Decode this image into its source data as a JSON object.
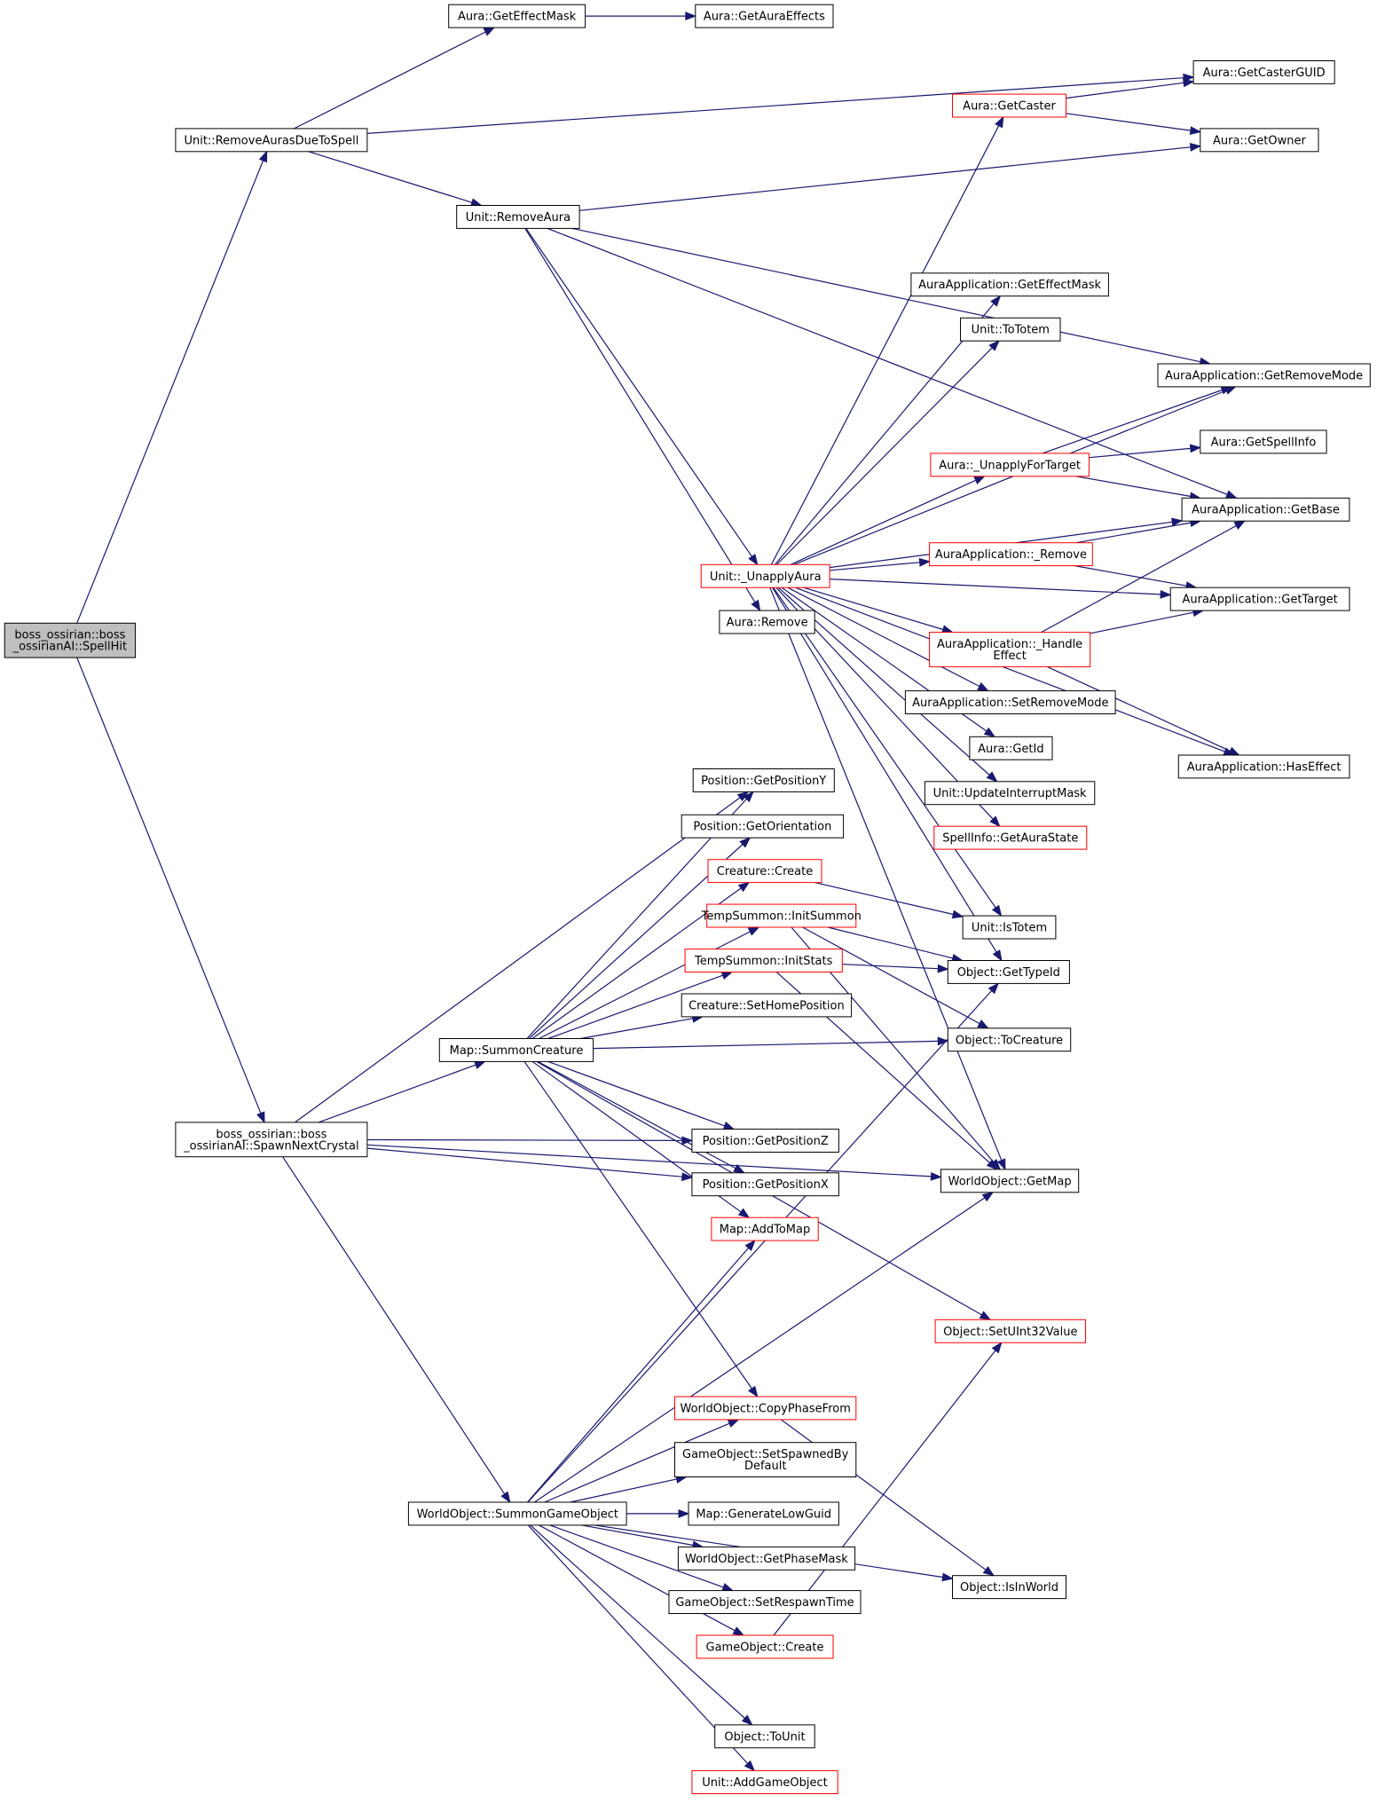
{
  "colors": {
    "edge": "#191970",
    "border_normal": "#000000",
    "border_truncated": "#ff0000",
    "fill_root": "#bfbfbf",
    "fill_normal": "#ffffff"
  },
  "nodes": [
    {
      "id": "n_spellhit",
      "lines": [
        "boss_ossirian::boss",
        "_ossirianAI::SpellHit"
      ],
      "style": "root"
    },
    {
      "id": "n_removeaurasduetospell",
      "lines": [
        "Unit::RemoveAurasDueToSpell"
      ],
      "style": "normal"
    },
    {
      "id": "n_spawnnextcrystal",
      "lines": [
        "boss_ossirian::boss",
        "_ossirianAI::SpawnNextCrystal"
      ],
      "style": "normal"
    },
    {
      "id": "n_aura_geteffectmask",
      "lines": [
        "Aura::GetEffectMask"
      ],
      "style": "normal"
    },
    {
      "id": "n_aura_getauraeffects",
      "lines": [
        "Aura::GetAuraEffects"
      ],
      "style": "normal"
    },
    {
      "id": "n_aura_getcasterguid",
      "lines": [
        "Aura::GetCasterGUID"
      ],
      "style": "normal"
    },
    {
      "id": "n_aura_getcaster",
      "lines": [
        "Aura::GetCaster"
      ],
      "style": "truncated"
    },
    {
      "id": "n_aura_getowner",
      "lines": [
        "Aura::GetOwner"
      ],
      "style": "normal"
    },
    {
      "id": "n_unit_removeaura",
      "lines": [
        "Unit::RemoveAura"
      ],
      "style": "normal"
    },
    {
      "id": "n_auraapp_geteffectmask",
      "lines": [
        "AuraApplication::GetEffectMask"
      ],
      "style": "normal"
    },
    {
      "id": "n_unit_tototem",
      "lines": [
        "Unit::ToTotem"
      ],
      "style": "normal"
    },
    {
      "id": "n_auraapp_getremovemode",
      "lines": [
        "AuraApplication::GetRemoveMode"
      ],
      "style": "normal"
    },
    {
      "id": "n_aura_getspellinfo",
      "lines": [
        "Aura::GetSpellInfo"
      ],
      "style": "normal"
    },
    {
      "id": "n_aura_unapplyfortarget",
      "lines": [
        "Aura::_UnapplyForTarget"
      ],
      "style": "truncated"
    },
    {
      "id": "n_auraapp_getbase",
      "lines": [
        "AuraApplication::GetBase"
      ],
      "style": "normal"
    },
    {
      "id": "n_auraapp_remove",
      "lines": [
        "AuraApplication::_Remove"
      ],
      "style": "truncated"
    },
    {
      "id": "n_unit_unapplyaura",
      "lines": [
        "Unit::_UnapplyAura"
      ],
      "style": "truncated"
    },
    {
      "id": "n_auraapp_gettarget",
      "lines": [
        "AuraApplication::GetTarget"
      ],
      "style": "normal"
    },
    {
      "id": "n_aura_remove",
      "lines": [
        "Aura::Remove"
      ],
      "style": "normal"
    },
    {
      "id": "n_auraapp_handleeffect",
      "lines": [
        "AuraApplication::_Handle",
        "Effect"
      ],
      "style": "truncated"
    },
    {
      "id": "n_auraapp_setremovemode",
      "lines": [
        "AuraApplication::SetRemoveMode"
      ],
      "style": "normal"
    },
    {
      "id": "n_auraapp_haseffect",
      "lines": [
        "AuraApplication::HasEffect"
      ],
      "style": "normal"
    },
    {
      "id": "n_aura_getid",
      "lines": [
        "Aura::GetId"
      ],
      "style": "normal"
    },
    {
      "id": "n_unit_updateinterruptmask",
      "lines": [
        "Unit::UpdateInterruptMask"
      ],
      "style": "normal"
    },
    {
      "id": "n_spellinfo_getaurastate",
      "lines": [
        "SpellInfo::GetAuraState"
      ],
      "style": "truncated"
    },
    {
      "id": "n_position_getpositiony",
      "lines": [
        "Position::GetPositionY"
      ],
      "style": "normal"
    },
    {
      "id": "n_position_getorientation",
      "lines": [
        "Position::GetOrientation"
      ],
      "style": "normal"
    },
    {
      "id": "n_creature_create",
      "lines": [
        "Creature::Create"
      ],
      "style": "truncated"
    },
    {
      "id": "n_tempsummon_initsummon",
      "lines": [
        "TempSummon::InitSummon"
      ],
      "style": "truncated"
    },
    {
      "id": "n_unit_istotem",
      "lines": [
        "Unit::IsTotem"
      ],
      "style": "normal"
    },
    {
      "id": "n_tempsummon_initstats",
      "lines": [
        "TempSummon::InitStats"
      ],
      "style": "truncated"
    },
    {
      "id": "n_object_gettypeid",
      "lines": [
        "Object::GetTypeId"
      ],
      "style": "normal"
    },
    {
      "id": "n_creature_sethomeposition",
      "lines": [
        "Creature::SetHomePosition"
      ],
      "style": "normal"
    },
    {
      "id": "n_map_summoncreature",
      "lines": [
        "Map::SummonCreature"
      ],
      "style": "normal"
    },
    {
      "id": "n_object_tocreature",
      "lines": [
        "Object::ToCreature"
      ],
      "style": "normal"
    },
    {
      "id": "n_position_getpositionz",
      "lines": [
        "Position::GetPositionZ"
      ],
      "style": "normal"
    },
    {
      "id": "n_position_getpositionx",
      "lines": [
        "Position::GetPositionX"
      ],
      "style": "normal"
    },
    {
      "id": "n_worldobject_getmap",
      "lines": [
        "WorldObject::GetMap"
      ],
      "style": "normal"
    },
    {
      "id": "n_map_addtomap",
      "lines": [
        "Map::AddToMap"
      ],
      "style": "truncated"
    },
    {
      "id": "n_object_setuint32value",
      "lines": [
        "Object::SetUInt32Value"
      ],
      "style": "truncated"
    },
    {
      "id": "n_worldobject_copyphasefrom",
      "lines": [
        "WorldObject::CopyPhaseFrom"
      ],
      "style": "truncated"
    },
    {
      "id": "n_gameobject_setspawnedbydefault",
      "lines": [
        "GameObject::SetSpawnedBy",
        "Default"
      ],
      "style": "normal"
    },
    {
      "id": "n_map_generatelowguid",
      "lines": [
        "Map::GenerateLowGuid"
      ],
      "style": "normal"
    },
    {
      "id": "n_worldobject_summongameobject",
      "lines": [
        "WorldObject::SummonGameObject"
      ],
      "style": "normal"
    },
    {
      "id": "n_worldobject_getphasemask",
      "lines": [
        "WorldObject::GetPhaseMask"
      ],
      "style": "normal"
    },
    {
      "id": "n_gameobject_setrespawntime",
      "lines": [
        "GameObject::SetRespawnTime"
      ],
      "style": "normal"
    },
    {
      "id": "n_object_isinworld",
      "lines": [
        "Object::IsInWorld"
      ],
      "style": "normal"
    },
    {
      "id": "n_gameobject_create",
      "lines": [
        "GameObject::Create"
      ],
      "style": "truncated"
    },
    {
      "id": "n_object_tounit",
      "lines": [
        "Object::ToUnit"
      ],
      "style": "normal"
    },
    {
      "id": "n_unit_addgameobject",
      "lines": [
        "Unit::AddGameObject"
      ],
      "style": "truncated"
    }
  ],
  "edges": [
    [
      "n_spellhit",
      "n_removeaurasduetospell"
    ],
    [
      "n_spellhit",
      "n_spawnnextcrystal"
    ],
    [
      "n_removeaurasduetospell",
      "n_aura_geteffectmask"
    ],
    [
      "n_removeaurasduetospell",
      "n_aura_getcasterguid"
    ],
    [
      "n_removeaurasduetospell",
      "n_unit_removeaura"
    ],
    [
      "n_aura_geteffectmask",
      "n_aura_getauraeffects"
    ],
    [
      "n_aura_getcaster",
      "n_aura_getcasterguid"
    ],
    [
      "n_aura_getcaster",
      "n_aura_getowner"
    ],
    [
      "n_unit_removeaura",
      "n_aura_getowner"
    ],
    [
      "n_unit_removeaura",
      "n_auraapp_getremovemode"
    ],
    [
      "n_unit_removeaura",
      "n_auraapp_getbase"
    ],
    [
      "n_unit_removeaura",
      "n_unit_unapplyaura"
    ],
    [
      "n_unit_removeaura",
      "n_aura_remove"
    ],
    [
      "n_unit_unapplyaura",
      "n_aura_getcaster"
    ],
    [
      "n_unit_unapplyaura",
      "n_auraapp_geteffectmask"
    ],
    [
      "n_unit_unapplyaura",
      "n_unit_tototem"
    ],
    [
      "n_unit_unapplyaura",
      "n_auraapp_getremovemode"
    ],
    [
      "n_unit_unapplyaura",
      "n_aura_unapplyfortarget"
    ],
    [
      "n_unit_unapplyaura",
      "n_auraapp_getbase"
    ],
    [
      "n_unit_unapplyaura",
      "n_auraapp_remove"
    ],
    [
      "n_unit_unapplyaura",
      "n_auraapp_gettarget"
    ],
    [
      "n_unit_unapplyaura",
      "n_auraapp_handleeffect"
    ],
    [
      "n_unit_unapplyaura",
      "n_auraapp_setremovemode"
    ],
    [
      "n_unit_unapplyaura",
      "n_aura_getid"
    ],
    [
      "n_unit_unapplyaura",
      "n_unit_updateinterruptmask"
    ],
    [
      "n_unit_unapplyaura",
      "n_spellinfo_getaurastate"
    ],
    [
      "n_unit_unapplyaura",
      "n_auraapp_haseffect"
    ],
    [
      "n_unit_unapplyaura",
      "n_unit_istotem"
    ],
    [
      "n_unit_unapplyaura",
      "n_object_gettypeid"
    ],
    [
      "n_unit_unapplyaura",
      "n_worldobject_getmap"
    ],
    [
      "n_aura_unapplyfortarget",
      "n_auraapp_getremovemode"
    ],
    [
      "n_aura_unapplyfortarget",
      "n_aura_getspellinfo"
    ],
    [
      "n_aura_unapplyfortarget",
      "n_auraapp_getbase"
    ],
    [
      "n_auraapp_remove",
      "n_auraapp_getbase"
    ],
    [
      "n_auraapp_remove",
      "n_auraapp_gettarget"
    ],
    [
      "n_auraapp_handleeffect",
      "n_auraapp_getbase"
    ],
    [
      "n_auraapp_handleeffect",
      "n_auraapp_gettarget"
    ],
    [
      "n_auraapp_handleeffect",
      "n_auraapp_haseffect"
    ],
    [
      "n_spawnnextcrystal",
      "n_position_getpositiony"
    ],
    [
      "n_spawnnextcrystal",
      "n_map_summoncreature"
    ],
    [
      "n_spawnnextcrystal",
      "n_position_getpositionz"
    ],
    [
      "n_spawnnextcrystal",
      "n_position_getpositionx"
    ],
    [
      "n_spawnnextcrystal",
      "n_worldobject_getmap"
    ],
    [
      "n_spawnnextcrystal",
      "n_worldobject_summongameobject"
    ],
    [
      "n_map_summoncreature",
      "n_position_getpositiony"
    ],
    [
      "n_map_summoncreature",
      "n_position_getorientation"
    ],
    [
      "n_map_summoncreature",
      "n_creature_create"
    ],
    [
      "n_map_summoncreature",
      "n_tempsummon_initsummon"
    ],
    [
      "n_map_summoncreature",
      "n_tempsummon_initstats"
    ],
    [
      "n_map_summoncreature",
      "n_creature_sethomeposition"
    ],
    [
      "n_map_summoncreature",
      "n_object_tocreature"
    ],
    [
      "n_map_summoncreature",
      "n_position_getpositionz"
    ],
    [
      "n_map_summoncreature",
      "n_position_getpositionx"
    ],
    [
      "n_map_summoncreature",
      "n_map_addtomap"
    ],
    [
      "n_map_summoncreature",
      "n_object_setuint32value"
    ],
    [
      "n_map_summoncreature",
      "n_worldobject_copyphasefrom"
    ],
    [
      "n_creature_create",
      "n_unit_istotem"
    ],
    [
      "n_tempsummon_initsummon",
      "n_object_gettypeid"
    ],
    [
      "n_tempsummon_initsummon",
      "n_object_tocreature"
    ],
    [
      "n_tempsummon_initsummon",
      "n_worldobject_getmap"
    ],
    [
      "n_tempsummon_initstats",
      "n_object_gettypeid"
    ],
    [
      "n_tempsummon_initstats",
      "n_worldobject_getmap"
    ],
    [
      "n_worldobject_summongameobject",
      "n_map_addtomap"
    ],
    [
      "n_worldobject_summongameobject",
      "n_worldobject_getmap"
    ],
    [
      "n_worldobject_summongameobject",
      "n_object_gettypeid"
    ],
    [
      "n_worldobject_summongameobject",
      "n_worldobject_copyphasefrom"
    ],
    [
      "n_worldobject_summongameobject",
      "n_gameobject_setspawnedbydefault"
    ],
    [
      "n_worldobject_summongameobject",
      "n_map_generatelowguid"
    ],
    [
      "n_worldobject_summongameobject",
      "n_worldobject_getphasemask"
    ],
    [
      "n_worldobject_summongameobject",
      "n_gameobject_setrespawntime"
    ],
    [
      "n_worldobject_summongameobject",
      "n_gameobject_create"
    ],
    [
      "n_worldobject_summongameobject",
      "n_object_isinworld"
    ],
    [
      "n_worldobject_summongameobject",
      "n_object_tounit"
    ],
    [
      "n_worldobject_summongameobject",
      "n_unit_addgameobject"
    ],
    [
      "n_worldobject_copyphasefrom",
      "n_object_isinworld"
    ],
    [
      "n_gameobject_create",
      "n_object_setuint32value"
    ]
  ]
}
